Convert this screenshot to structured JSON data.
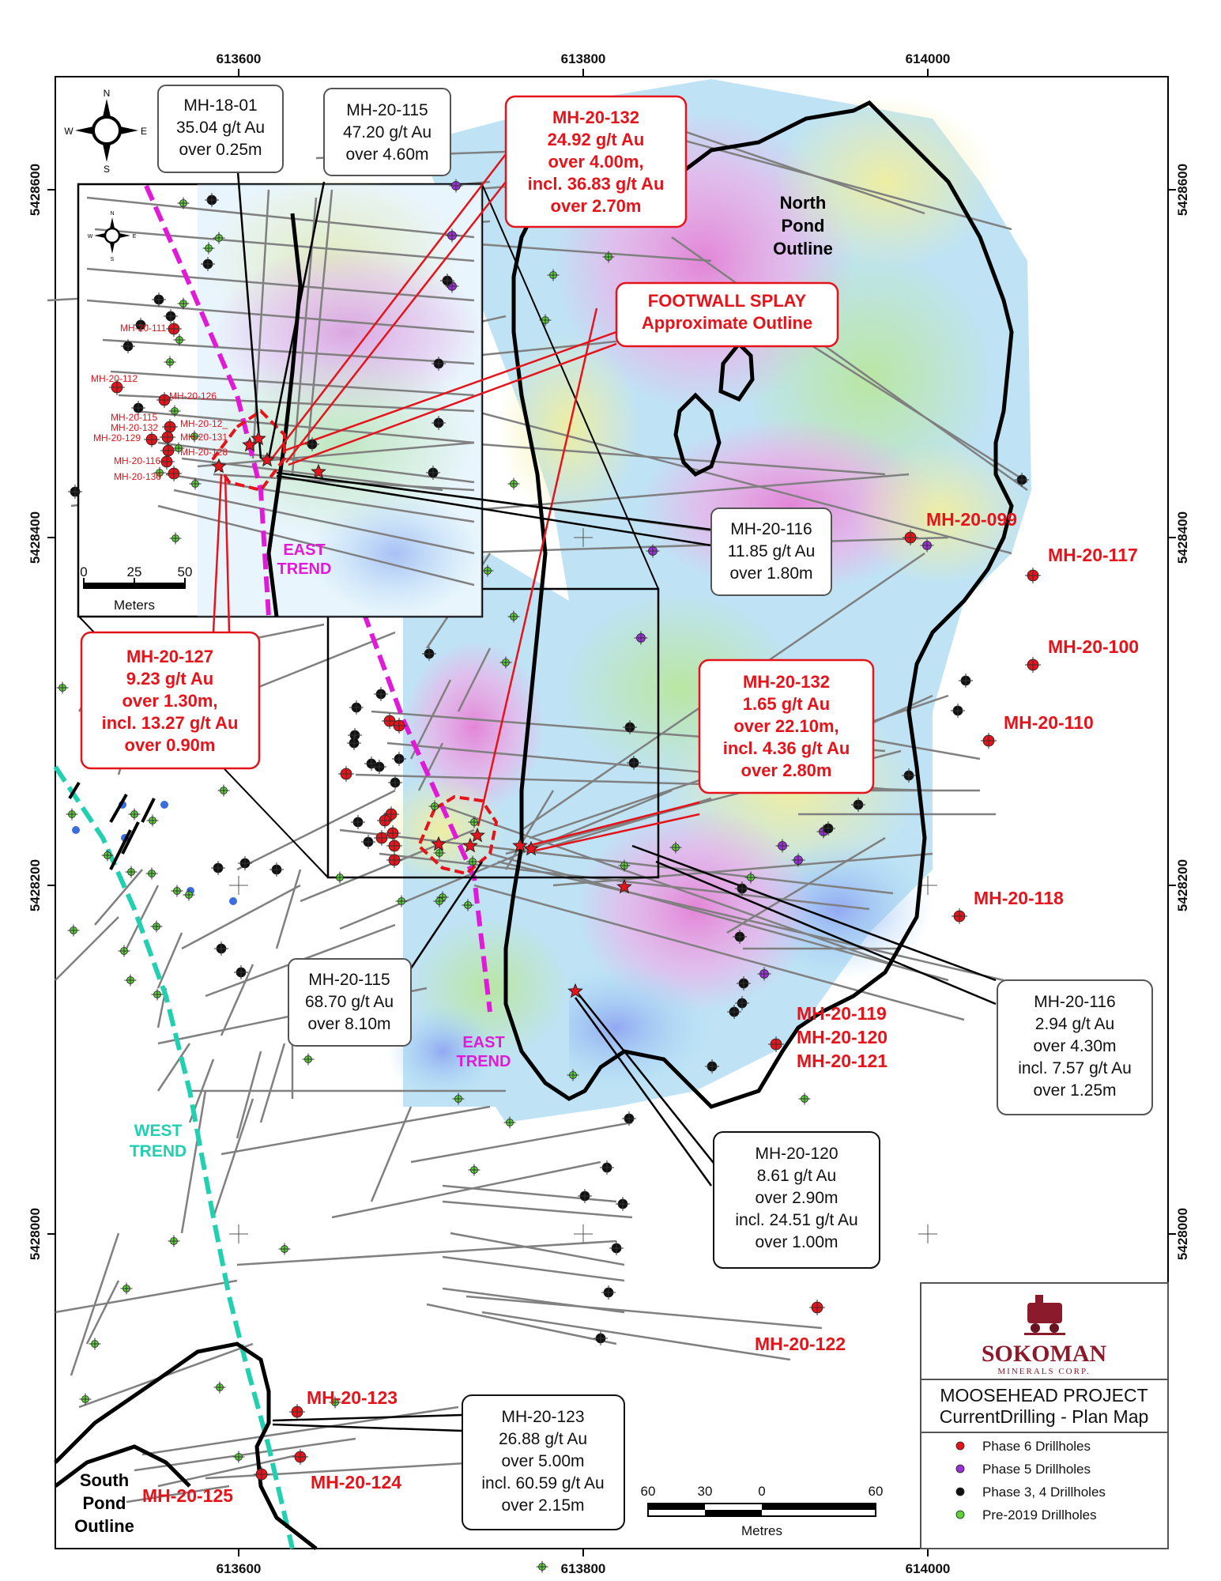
{
  "map": {
    "top_easting_labels": [
      "613600",
      "613800",
      "614000"
    ],
    "bottom_easting_labels": [
      "613600",
      "613800",
      "614000"
    ],
    "left_northing_labels": [
      "5428600",
      "5428400",
      "5428200",
      "5428000"
    ],
    "right_northing_labels": [
      "5428600",
      "5428400",
      "5428200",
      "5428000"
    ]
  },
  "compass": {
    "n": "N",
    "s": "S",
    "e": "E",
    "w": "W"
  },
  "callouts": {
    "mh1801": [
      "MH-18-01",
      "35.04 g/t Au",
      "over 0.25m"
    ],
    "mh20115_top": [
      "MH-20-115",
      "47.20 g/t Au",
      "over 4.60m"
    ],
    "mh20132_top": [
      "MH-20-132",
      "24.92 g/t Au",
      "over 4.00m,",
      "incl. 36.83 g/t Au",
      "over 2.70m"
    ],
    "footwall": [
      "FOOTWALL SPLAY",
      "Approximate Outline"
    ],
    "mh20116_top": [
      "MH-20-116",
      "11.85 g/t Au",
      "over 1.80m"
    ],
    "mh20127": [
      "MH-20-127",
      "9.23 g/t Au",
      "over 1.30m,",
      "incl. 13.27 g/t Au",
      "over 0.90m"
    ],
    "mh20132_mid": [
      "MH-20-132",
      "1.65 g/t Au",
      "over 22.10m,",
      "incl. 4.36 g/t Au",
      "over 2.80m"
    ],
    "mh20115_mid": [
      "MH-20-115",
      "68.70 g/t Au",
      "over 8.10m"
    ],
    "mh20116_low": [
      "MH-20-116",
      "2.94 g/t Au",
      "over 4.30m",
      "incl. 7.57 g/t Au",
      "over 1.25m"
    ],
    "mh20120": [
      "MH-20-120",
      "8.61 g/t Au",
      "over 2.90m",
      "incl. 24.51 g/t Au",
      "over 1.00m"
    ],
    "mh20123": [
      "MH-20-123",
      "26.88 g/t Au",
      "over 5.00m",
      "incl. 60.59 g/t Au",
      "over 2.15m"
    ]
  },
  "hole_labels": {
    "h099": "MH-20-099",
    "h117": "MH-20-117",
    "h100": "MH-20-100",
    "h110": "MH-20-110",
    "h118": "MH-20-118",
    "h119": "MH-20-119",
    "h120": "MH-20-120",
    "h121": "MH-20-121",
    "h122": "MH-20-122",
    "h123": "MH-20-123",
    "h124": "MH-20-124",
    "h125": "MH-20-125"
  },
  "inset_labels": [
    "MH-20-111",
    "MH-20-112",
    "MH-20-126",
    "MH-20-115",
    "MH-20-132",
    "MH-20-129",
    "MH-20-12_",
    "MH-20-131",
    "MH-20-128",
    "MH-20-116",
    "MH-20-130"
  ],
  "inset_scale": {
    "ticks": [
      "0",
      "25",
      "50"
    ],
    "unit": "Meters"
  },
  "trends": {
    "east_inset": [
      "EAST",
      "TREND"
    ],
    "east_main": [
      "EAST",
      "TREND"
    ],
    "west": [
      "WEST",
      "TREND"
    ]
  },
  "ponds": {
    "north": [
      "North",
      "Pond",
      "Outline"
    ],
    "south": [
      "South",
      "Pond",
      "Outline"
    ]
  },
  "scale_bar": {
    "ticks": [
      "60",
      "30",
      "0",
      "60"
    ],
    "unit": "Metres"
  },
  "title_block": {
    "company": "SOKOMAN",
    "company_sub": "MINERALS CORP.",
    "project": "MOOSEHEAD PROJECT",
    "subtitle": "CurrentDrilling - Plan Map"
  },
  "legend": [
    {
      "label": "Phase 6 Drillholes",
      "color": "#e5141b"
    },
    {
      "label": "Phase 5 Drillholes",
      "color": "#9b30d9"
    },
    {
      "label": "Phase 3, 4 Drillholes",
      "color": "#111111"
    },
    {
      "label": "Pre-2019 Drillholes",
      "color": "#5bd13a"
    }
  ],
  "colors": {
    "phase6": "#e5141b",
    "phase5": "#9b30d9",
    "phase34": "#111111",
    "pre2019": "#5bd13a",
    "east_trend": "#e11ad7",
    "west_trend": "#20d0b0",
    "callout_red": "#e5141b"
  }
}
